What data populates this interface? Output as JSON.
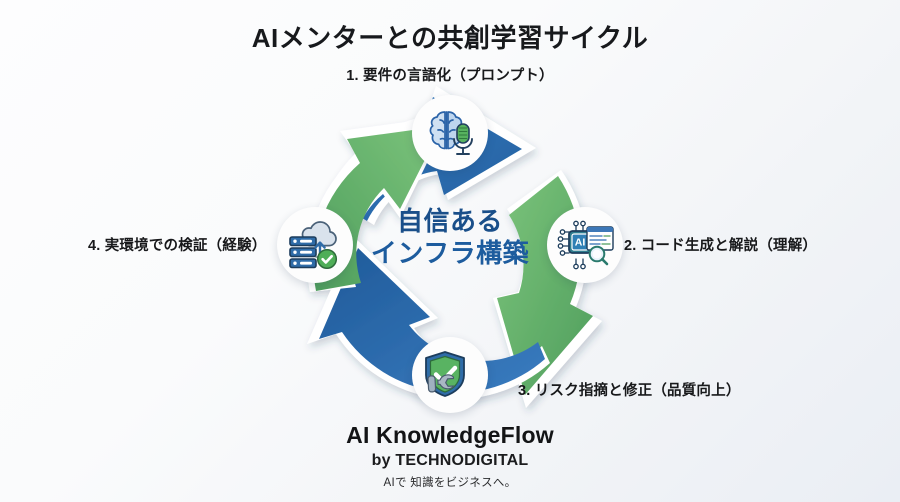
{
  "title": "AIメンターとの共創学習サイクル",
  "center": {
    "line1": "自信ある",
    "line2": "インフラ構築"
  },
  "steps": [
    {
      "number": "1",
      "label": "1. 要件の言語化（プロンプト）",
      "icon": "brain-microphone-icon",
      "arrow_color": "#2f6cb0"
    },
    {
      "number": "2",
      "label": "2. コード生成と解説（理解）",
      "icon": "ai-chip-code-magnifier-icon",
      "arrow_color": "#6bb96c"
    },
    {
      "number": "3",
      "label": "3. リスク指摘と修正（品質向上）",
      "icon": "shield-check-wrench-icon",
      "arrow_color": "#2f6cb0"
    },
    {
      "number": "4",
      "label": "4. 実環境での検証（経験）",
      "icon": "server-cloud-upload-check-icon",
      "arrow_color": "#6bb96c"
    }
  ],
  "footer": {
    "brand": "AI KnowledgeFlow",
    "by_line": "by TECHNODIGITAL",
    "tagline": "AIで 知識をビジネスへ。"
  },
  "colors": {
    "blue_arrow": "#2f6cb0",
    "blue_arrow_dark": "#1f5a99",
    "green_arrow": "#6bb96c",
    "green_arrow_dark": "#4f9e5d",
    "center_text": "#1a4f8a",
    "background_start": "#fdfdfe",
    "background_end": "#eaeef4"
  }
}
